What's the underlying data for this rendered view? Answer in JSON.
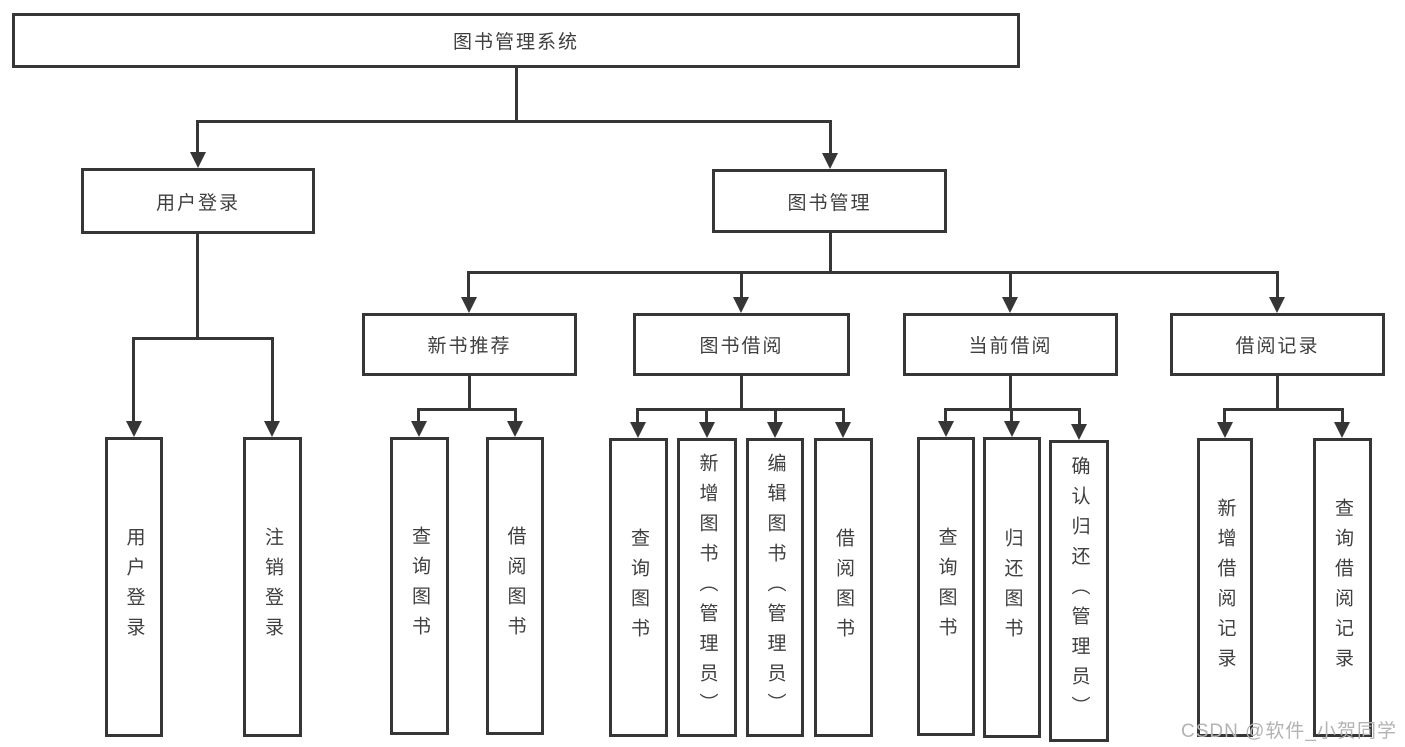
{
  "diagram": {
    "type": "tree",
    "tree": {
      "label": "图书管理系统",
      "children": [
        {
          "label": "用户登录",
          "children": [
            {
              "label": "用户登录"
            },
            {
              "label": "注销登录"
            }
          ]
        },
        {
          "label": "图书管理",
          "children": [
            {
              "label": "新书推荐",
              "children": [
                {
                  "label": "查询图书"
                },
                {
                  "label": "借阅图书"
                }
              ]
            },
            {
              "label": "图书借阅",
              "children": [
                {
                  "label": "查询图书"
                },
                {
                  "label": "新增图书（管理员）"
                },
                {
                  "label": "编辑图书（管理员）"
                },
                {
                  "label": "借阅图书"
                }
              ]
            },
            {
              "label": "当前借阅",
              "children": [
                {
                  "label": "查询图书"
                },
                {
                  "label": "归还图书"
                },
                {
                  "label": "确认归还（管理员）"
                }
              ]
            },
            {
              "label": "借阅记录",
              "children": [
                {
                  "label": "新增借阅记录"
                },
                {
                  "label": "查询借阅记录"
                }
              ]
            }
          ]
        }
      ]
    }
  },
  "watermark": {
    "text": "CSDN @软件_小贺同学"
  },
  "colors": {
    "line": "#363636",
    "text": "#3f3f3f",
    "background": "#ffffff",
    "box_fill": "#ffffff",
    "watermark": "#b3b3b3"
  }
}
